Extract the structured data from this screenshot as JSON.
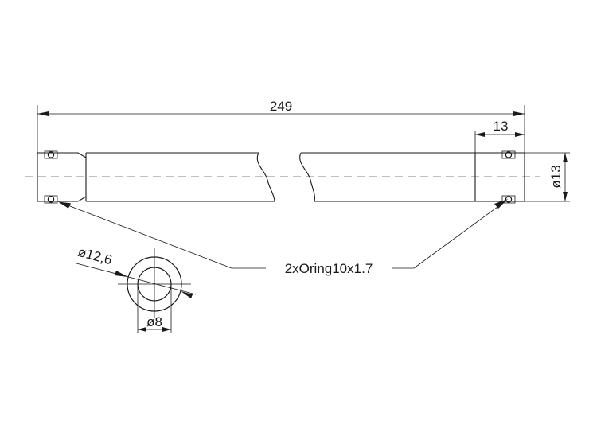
{
  "dimensions": {
    "overall_length": "249",
    "end_segment": "13",
    "outer_diameter": "ø13",
    "ring_outer_diameter": "ø12,6",
    "ring_inner_diameter": "ø8"
  },
  "callout": {
    "oring_label": "2xOring10x1.7"
  },
  "colors": {
    "line": "#1a1a1a",
    "background": "#ffffff"
  }
}
